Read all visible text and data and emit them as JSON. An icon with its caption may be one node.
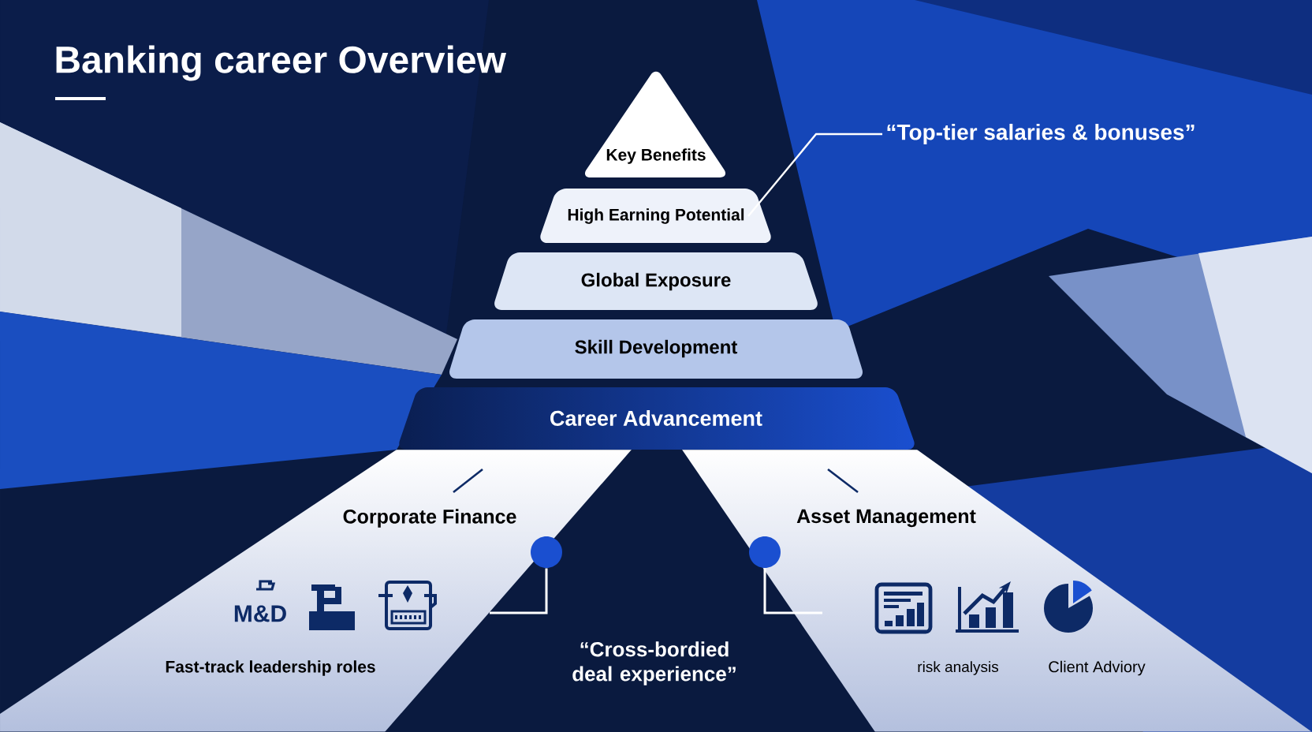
{
  "diagram": {
    "title": "Banking career Overview",
    "nodes": [
      {
        "text": [
          "Key Benefits"
        ]
      },
      {
        "text": [
          "High Earning Potential"
        ]
      },
      {
        "text": [
          "Global Exposure"
        ]
      },
      {
        "text": [
          "Skill Development"
        ]
      },
      {
        "text": [
          "Career Advancement"
        ]
      },
      {
        "text": [
          "“Top-tier salaries & bonuses”"
        ]
      },
      {
        "text": [
          "Corporate Finance"
        ]
      },
      {
        "text": [
          "Asset Management"
        ]
      },
      {
        "text": [],
        "shape": "circle"
      },
      {
        "text": [],
        "shape": "circle"
      },
      {
        "text": [
          "“Cross-bordied deal experience”"
        ]
      }
    ],
    "edges": [
      {
        "from": 1,
        "to": 5,
        "arrow": "none"
      },
      {
        "from": 8,
        "to": null,
        "arrow": "none"
      },
      {
        "from": 9,
        "to": null,
        "arrow": "none"
      }
    ],
    "labels": [
      "M&D",
      "Fast-track leadership roles",
      "risk analysis",
      "Client Adviory"
    ]
  }
}
